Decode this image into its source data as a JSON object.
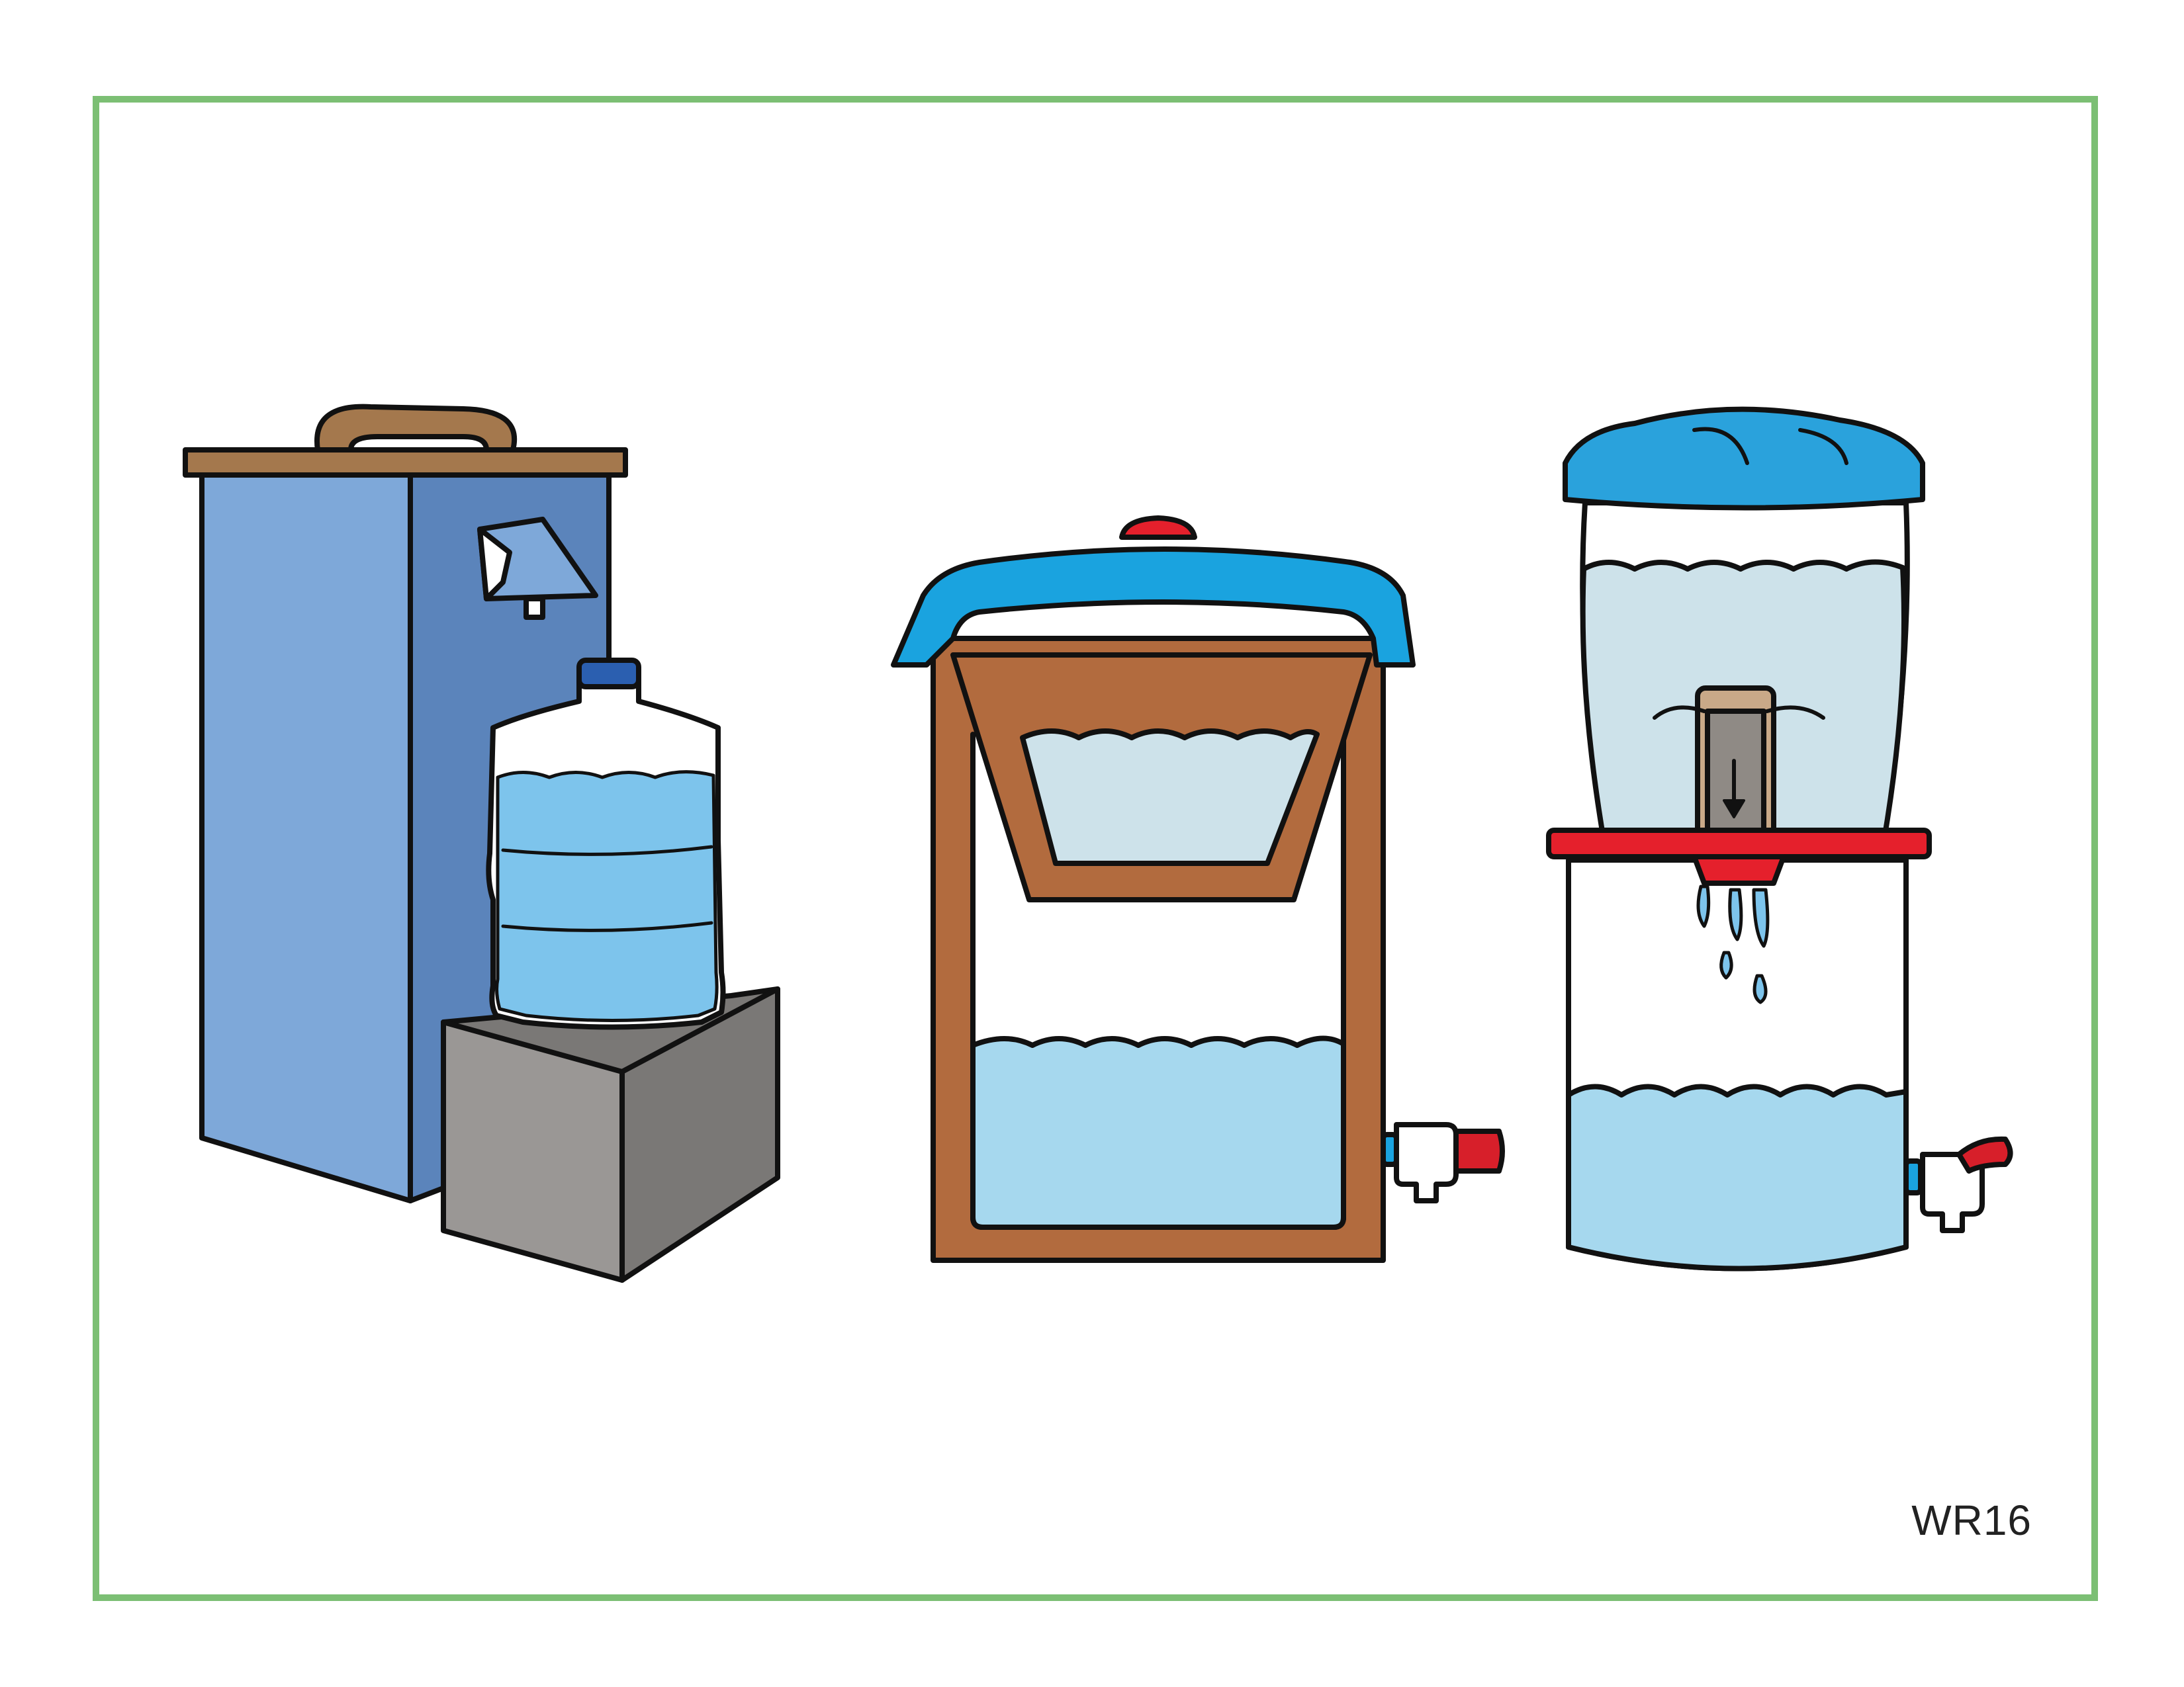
{
  "card": {
    "code": "WR16",
    "border_color": "#7cbf74"
  },
  "illustrations": [
    {
      "name": "solar-distiller-with-water-bottle",
      "colors": {
        "box": "#5b84bb",
        "box_light": "#7ea8d9",
        "lid": "#a4784d",
        "stand": "#9a9795",
        "water": "#7dc4ec"
      }
    },
    {
      "name": "cloth-bucket-filter",
      "colors": {
        "frame": "#b26b3e",
        "lid": "#1aa3df",
        "knob": "#e5202c",
        "water": "#a6d8ee",
        "tap": "#d71f2a"
      }
    },
    {
      "name": "ceramic-candle-filter",
      "colors": {
        "lid": "#2aa2dc",
        "ring": "#e5202c",
        "water": "#a6d8ee",
        "candle": "#8f8a85",
        "tap": "#d71f2a"
      }
    }
  ]
}
